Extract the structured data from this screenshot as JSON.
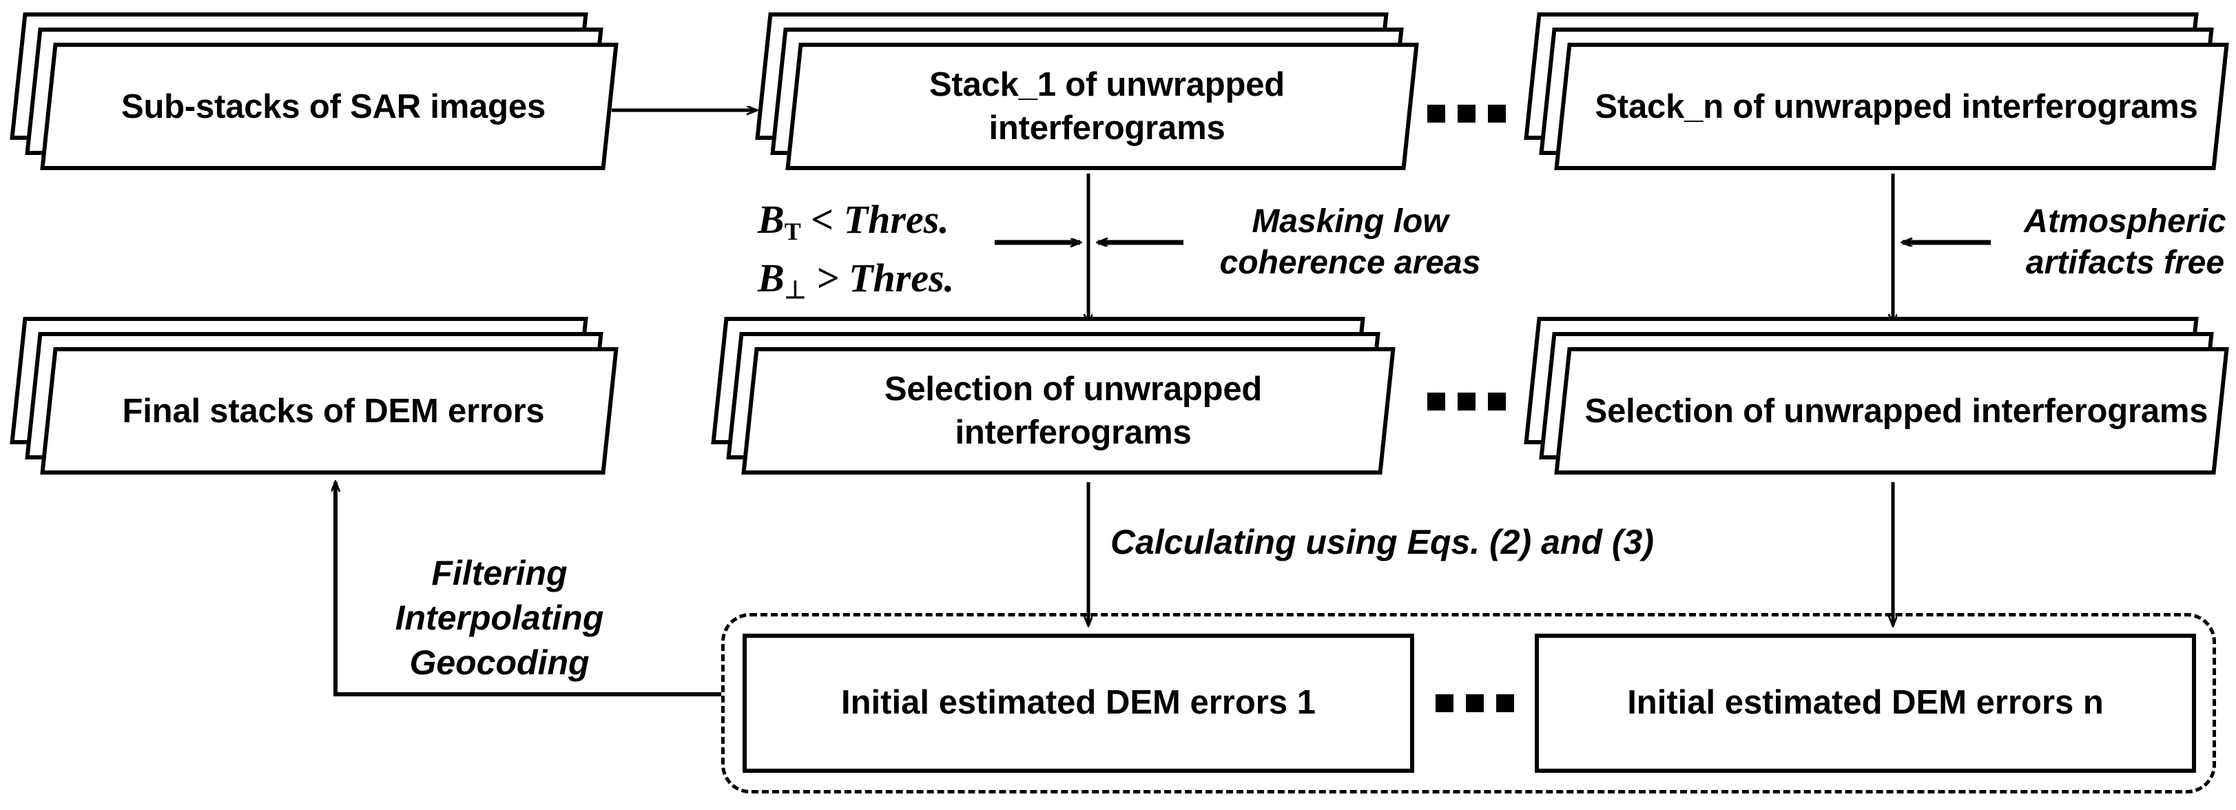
{
  "diagram": {
    "title_text": "",
    "nodes": {
      "sub_stacks_sar": "Sub-stacks of SAR images",
      "stack_1": "Stack_1 of unwrapped interferograms",
      "stack_n": "Stack_n of unwrapped interferograms",
      "final_stacks_dem": "Final stacks of DEM errors",
      "selection_1": "Selection of unwrapped interferograms",
      "selection_n": "Selection of unwrapped interferograms",
      "initial_dem_1": "Initial estimated DEM errors 1",
      "initial_dem_n": "Initial estimated DEM errors n"
    },
    "annotations": {
      "masking": "Masking low coherence areas",
      "atmospheric": "Atmospheric artifacts free",
      "calculating": "Calculating using Eqs. (2) and (3)",
      "post_processing": "Filtering Interpolating Geocoding",
      "bt_formula_left": "B",
      "bt_formula_sub": "T",
      "bt_formula_rest": "< Thres.",
      "bperp_formula_left": "B",
      "bperp_formula_sub": "⊥",
      "bperp_formula_rest": "> Thres."
    },
    "ellipsis_symbol": "■ ■ ■",
    "colors": {
      "stroke": "#000000",
      "fill": "#ffffff",
      "text": "#000000"
    }
  }
}
